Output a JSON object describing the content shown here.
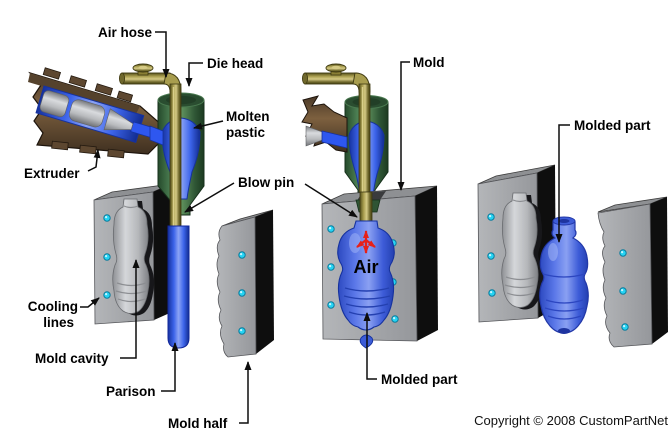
{
  "diagram": {
    "subject": "Extrusion blow molding process",
    "labels": {
      "air_hose": "Air hose",
      "die_head": "Die head",
      "molten_plastic_line1": "Molten",
      "molten_plastic_line2": "pastic",
      "blow_pin": "Blow pin",
      "extruder": "Extruder",
      "cooling_lines_line1": "Cooling",
      "cooling_lines_line2": "lines",
      "mold_cavity": "Mold cavity",
      "parison": "Parison",
      "mold_half": "Mold half",
      "mold": "Mold",
      "air": "Air",
      "molded_part_blowing": "Molded part",
      "molded_part_ejected": "Molded part"
    },
    "footer": {
      "copyright": "Copyright © 2008 CustomPartNet"
    },
    "colors": {
      "background": "#ffffff",
      "label_text": "#000000",
      "leader_line": "#0d0d0d",
      "molten_plastic_blue": "#2e57ef",
      "die_head_green": "#3e6b44",
      "air_hose_olive": "#a89d4e",
      "extruder_brown": "#7d603f",
      "mold_gray": "#a6a8ab",
      "mold_side_black": "#0e0e0e",
      "cooling_line_cyan": "#25d4f4",
      "air_arrow_red": "#e62019",
      "molded_part_blue": "#5a77e8",
      "cavity_silver": "#c9cbcf"
    }
  }
}
